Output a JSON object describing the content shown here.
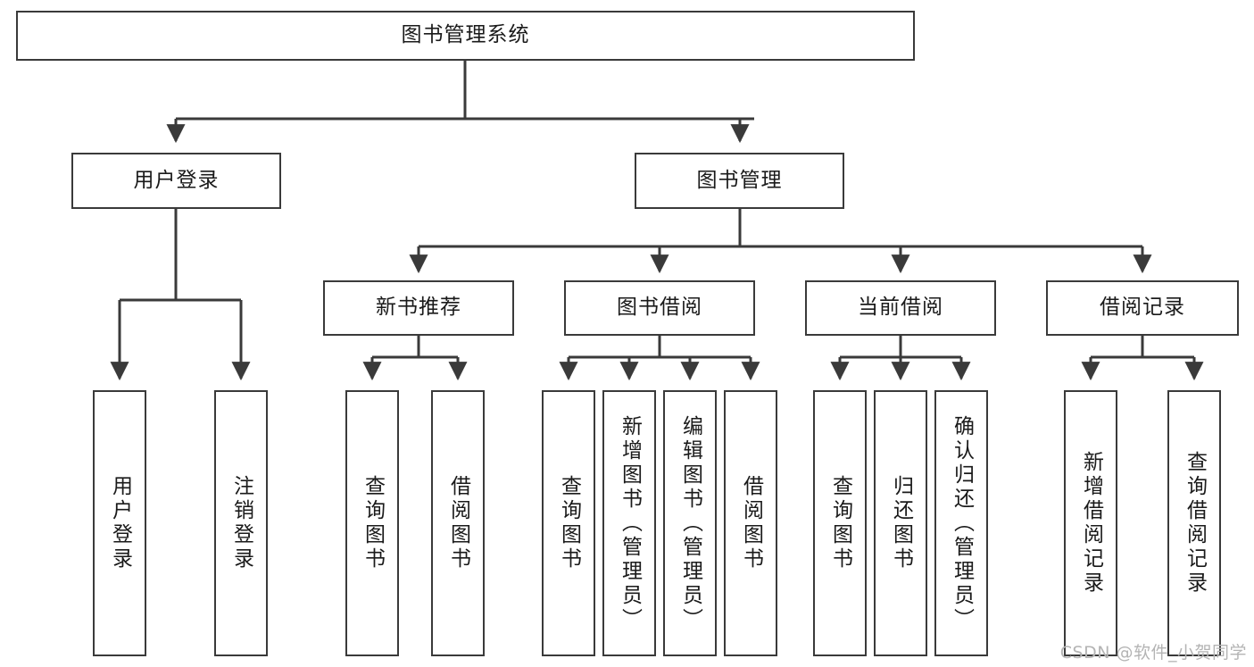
{
  "diagram": {
    "title_node": {
      "label": "图书管理系统"
    },
    "level2": [
      {
        "label": "用户登录"
      },
      {
        "label": "图书管理"
      }
    ],
    "level3": [
      {
        "label": "新书推荐"
      },
      {
        "label": "图书借阅"
      },
      {
        "label": "当前借阅"
      },
      {
        "label": "借阅记录"
      }
    ],
    "leaves": {
      "user_login": [
        {
          "label": "用户登录"
        },
        {
          "label": "注销登录"
        }
      ],
      "new_book_recommend": [
        {
          "label": "查询图书"
        },
        {
          "label": "借阅图书"
        }
      ],
      "book_borrow": [
        {
          "label": "查询图书"
        },
        {
          "label": "新增图书（管理员）"
        },
        {
          "label": "编辑图书（管理员）"
        },
        {
          "label": "借阅图书"
        }
      ],
      "current_borrow": [
        {
          "label": "查询图书"
        },
        {
          "label": "归还图书"
        },
        {
          "label": "确认归还（管理员）"
        }
      ],
      "borrow_record": [
        {
          "label": "新增借阅记录"
        },
        {
          "label": "查询借阅记录"
        }
      ]
    }
  },
  "watermark": {
    "text": "CSDN @软件_小贺同学"
  },
  "colors": {
    "border": "#3a3a3a",
    "line": "#3a3a3a",
    "text": "#1a1a1a",
    "background": "#ffffff",
    "watermark": "#b4b4b4"
  }
}
